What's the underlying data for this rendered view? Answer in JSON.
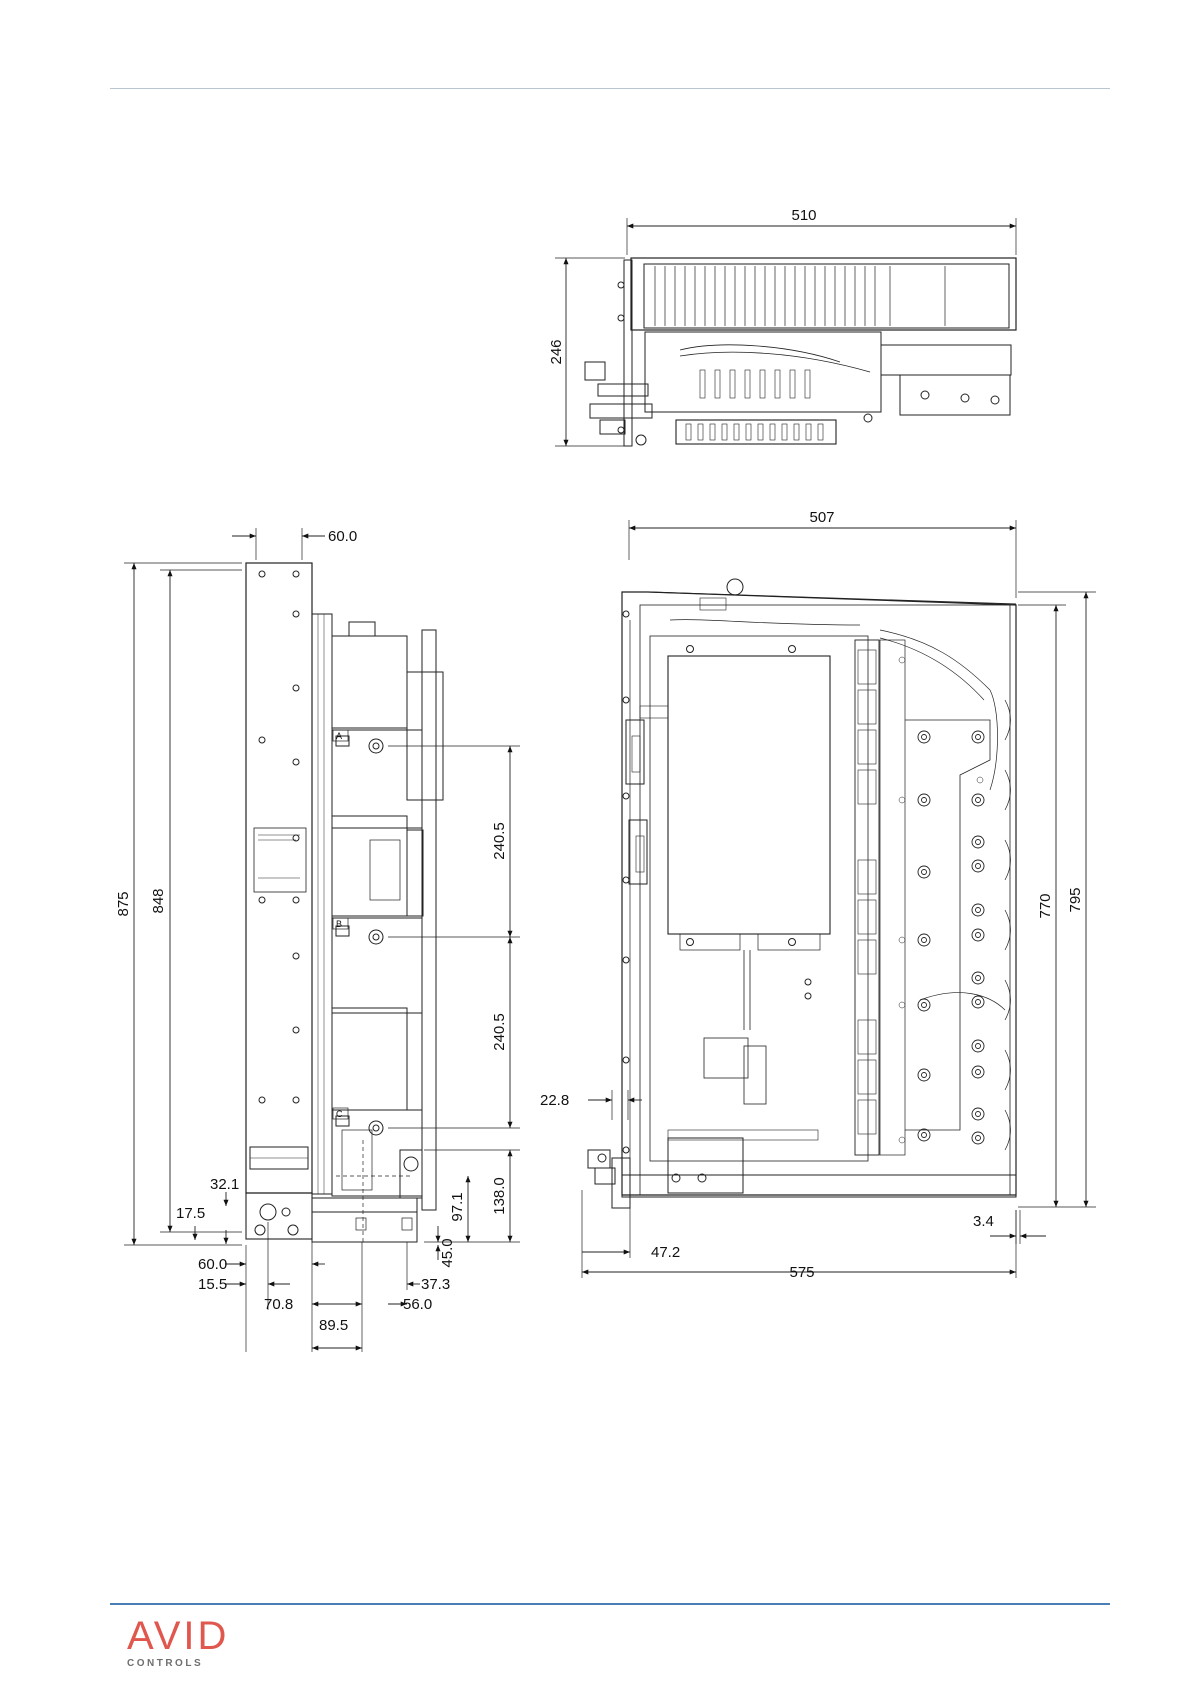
{
  "dimensions": {
    "top_view": {
      "width": "510",
      "height": "246"
    },
    "side_view": {
      "top_offset": "60.0",
      "overall_height": "875",
      "height": "848",
      "pitch_1": "240.5",
      "pitch_2": "240.5",
      "base_height": "138.0",
      "terminal_height": "97.1",
      "bottom_offset": "45.0",
      "hole_height": "32.1",
      "hole_offset": "17.5",
      "left_base": "60.0",
      "left_hole": "15.5",
      "term_a_x": "70.8",
      "term_b_x": "89.5",
      "term_c_x": "56.0",
      "term_d_x": "37.3"
    },
    "front_view": {
      "width": "507",
      "overall_width": "575",
      "height_inner": "770",
      "height_outer": "795",
      "left_flange": "47.2",
      "side_offset": "22.8",
      "right_gap": "3.4"
    }
  },
  "panel_labels": [
    "A",
    "B",
    "C"
  ],
  "logo": {
    "main": "AVID",
    "sub": "CONTROLS"
  }
}
